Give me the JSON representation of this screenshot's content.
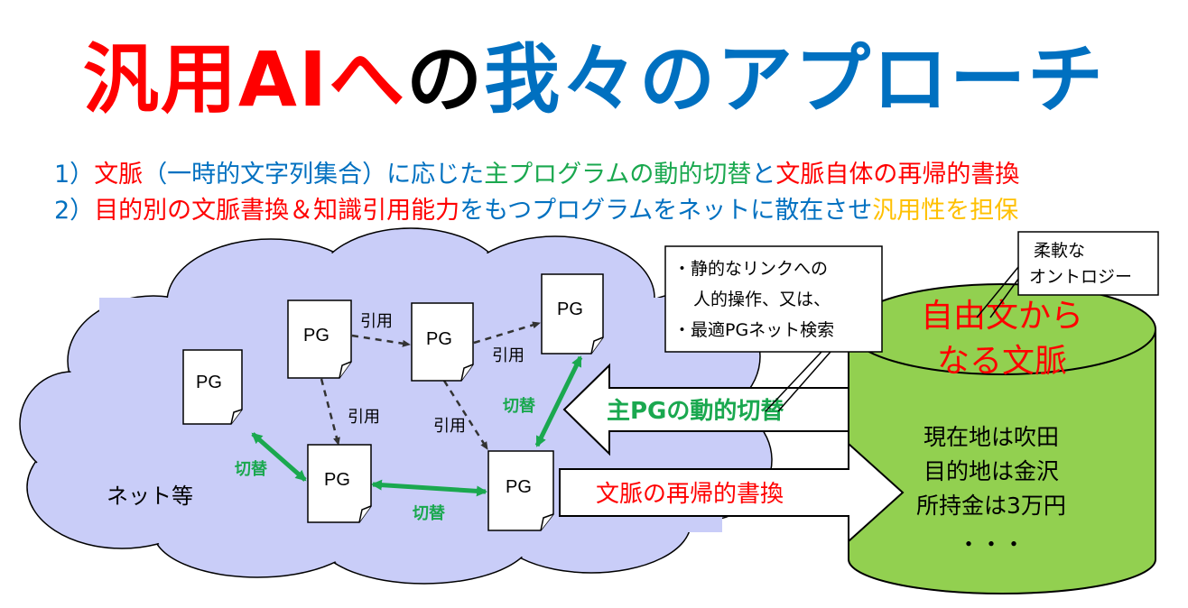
{
  "title": {
    "part1": "汎用AIへ",
    "part2": "の",
    "part3": "我々のアプローチ"
  },
  "points": {
    "line1": {
      "a": "1）",
      "b": "文脈",
      "c": "（一時的文字列集合）に応じた",
      "d": "主プログラムの動的切替",
      "e": "と",
      "f": "文脈自体の再帰的書換"
    },
    "line2": {
      "a": "2）",
      "b": "目的別の文脈書換＆知識引用能力",
      "c": "をもつプログラムをネットに散在させ",
      "d": "汎用性を担保"
    }
  },
  "diagram": {
    "pg_label": "PG",
    "cite_label": "引用",
    "switch_label": "切替",
    "net_label": "ネット等",
    "callout_search": [
      "・静的なリンクへの",
      "人的操作、又は、",
      "・最適PGネット検索"
    ],
    "callout_ontology": [
      "柔軟な",
      "オントロジー"
    ],
    "arrow_switch": "主PGの動的切替",
    "arrow_rewrite": "文脈の再帰的書換",
    "db_title": [
      "自由文から",
      "なる文脈"
    ],
    "db_content": [
      "現在地は吹田",
      "目的地は金沢",
      "所持金は3万円",
      "・・・"
    ]
  },
  "colors": {
    "title_red": "#ff0000",
    "title_blue": "#0070c0",
    "green": "#1aa84f",
    "cloud_fill": "#c9cdf8",
    "db_fill": "#92d050",
    "orange": "#ffc000"
  }
}
